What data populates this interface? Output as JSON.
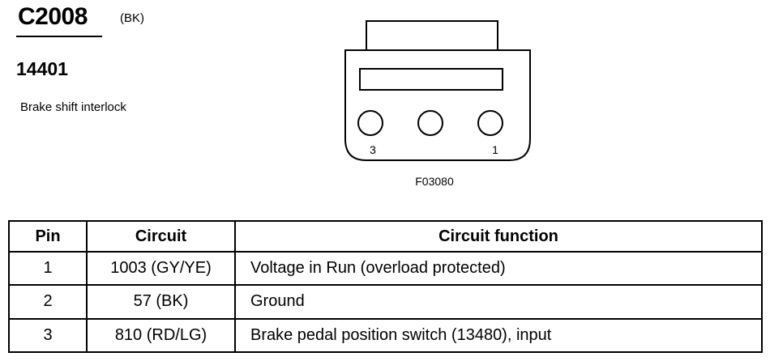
{
  "connector": {
    "id": "C2008",
    "color_code": "(BK)",
    "part_number": "14401",
    "description": "Brake shift interlock"
  },
  "diagram": {
    "figure_id": "F03080",
    "pin_labels": {
      "left": "3",
      "right": "1"
    }
  },
  "table": {
    "headers": [
      "Pin",
      "Circuit",
      "Circuit function"
    ],
    "rows": [
      [
        "1",
        "1003 (GY/YE)",
        "Voltage in Run (overload protected)"
      ],
      [
        "2",
        "57 (BK)",
        "Ground"
      ],
      [
        "3",
        "810 (RD/LG)",
        "Brake pedal position switch (13480), input"
      ]
    ]
  }
}
